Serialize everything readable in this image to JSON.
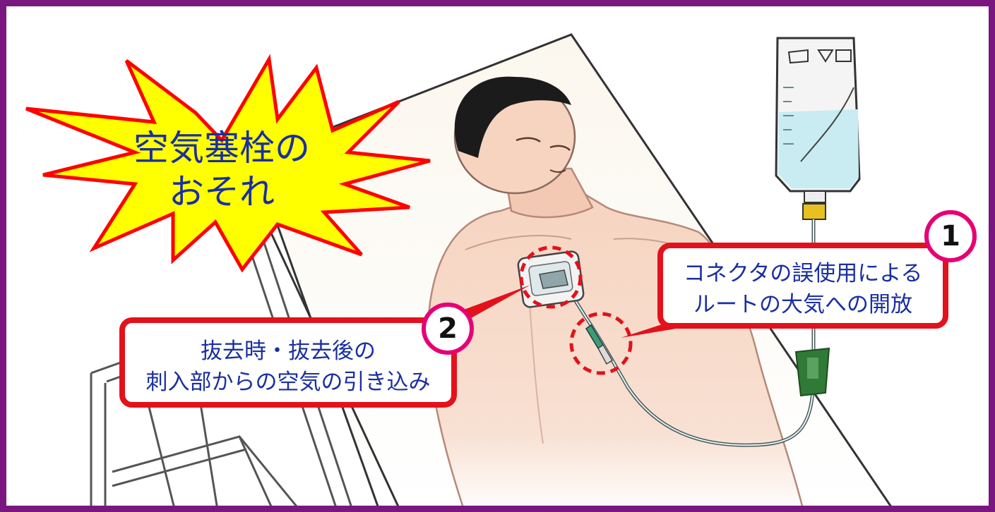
{
  "burst": {
    "line1": "空気塞栓の",
    "line2": "おそれ",
    "fill": "#ffff00",
    "outline": "#ff0000"
  },
  "callout1": {
    "number": "1",
    "line1": "コネクタの誤使用による",
    "line2": "ルートの大気への開放"
  },
  "callout2": {
    "number": "2",
    "line1": "抜去時・抜去後の",
    "line2": "刺入部からの空気の引き込み"
  },
  "colors": {
    "frame": "#7a1680",
    "callout_border": "#e3111b",
    "callout_text": "#1a2fa0",
    "number_ring": "#e60073",
    "skin": "#f6d4c0",
    "fluid": "#c8ecf2",
    "clamp": "#2f7a36"
  }
}
